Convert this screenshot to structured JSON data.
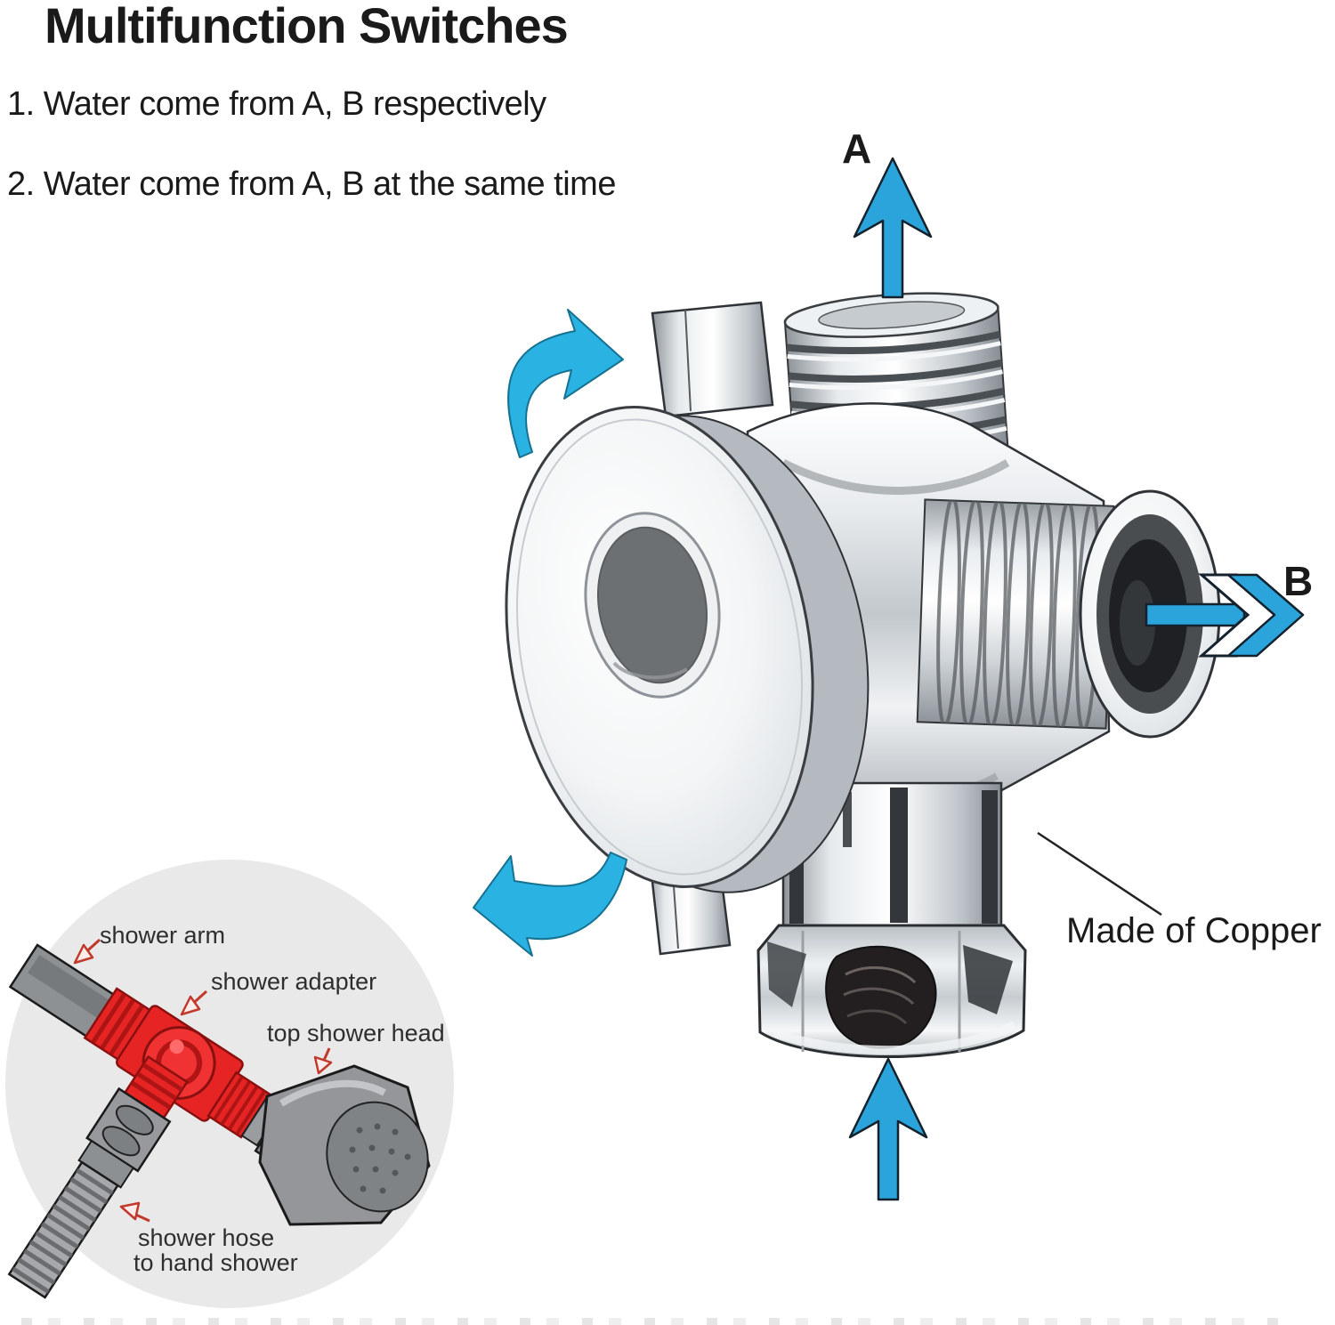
{
  "title": "Multifunction Switches",
  "instructions": {
    "line1": "1. Water come from A, B respectively",
    "line2": "2. Water come from A, B at the same time"
  },
  "ports": {
    "a": "A",
    "b": "B"
  },
  "material_note": "Made of Copper",
  "inset": {
    "shower_arm": "shower arm",
    "shower_adapter": "shower adapter",
    "top_shower_head": "top shower head",
    "hose_line1": "shower hose",
    "hose_line2": "to hand shower"
  },
  "colors": {
    "flow_arrow": "#2aa4da",
    "rotate_arrow": "#29b2e2",
    "adapter_red": "#e62424",
    "inset_bg": "#e9e9e9",
    "text": "#1a1a1a"
  }
}
